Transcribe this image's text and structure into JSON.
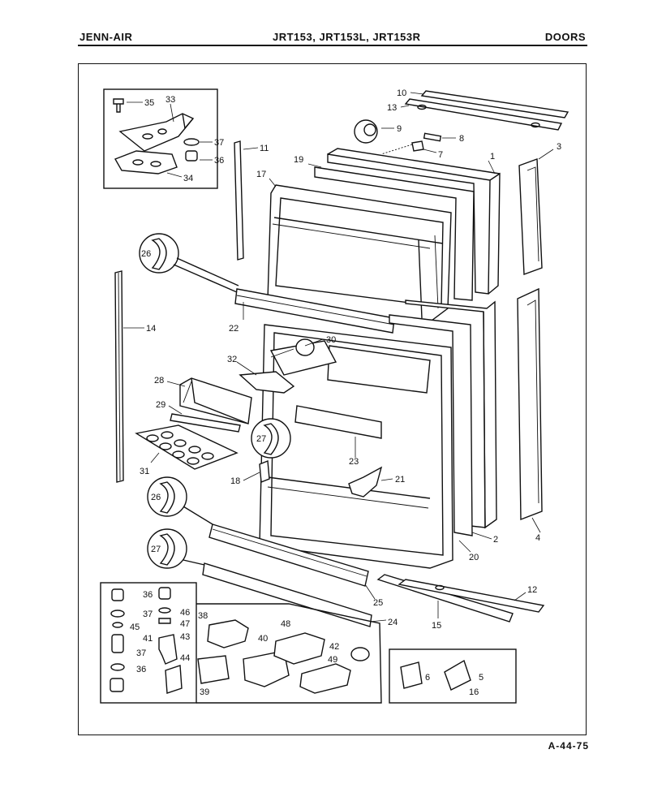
{
  "header": {
    "brand": "JENN-AIR",
    "models": "JRT153, JRT153L, JRT153R",
    "section": "DOORS"
  },
  "footer": {
    "doc_number": "A-44-75"
  },
  "part_labels": {
    "p1": "1",
    "p2": "2",
    "p3": "3",
    "p4": "4",
    "p5": "5",
    "p6": "6",
    "p7": "7",
    "p8": "8",
    "p9": "9",
    "p10": "10",
    "p11": "11",
    "p12": "12",
    "p13": "13",
    "p14": "14",
    "p15": "15",
    "p16": "16",
    "p17": "17",
    "p18": "18",
    "p19": "19",
    "p20": "20",
    "p21": "21",
    "p22": "22",
    "p23": "23",
    "p24": "24",
    "p25": "25",
    "p26a": "26",
    "p26b": "26",
    "p27a": "27",
    "p27b": "27",
    "p28": "28",
    "p29": "29",
    "p30": "30",
    "p31": "31",
    "p32": "32",
    "p33": "33",
    "p34": "34",
    "p35": "35",
    "p36a": "36",
    "p36b": "36",
    "p36c": "36",
    "p37a": "37",
    "p37b": "37",
    "p37c": "37",
    "p38": "38",
    "p39": "39",
    "p40": "40",
    "p41": "41",
    "p42": "42",
    "p43": "43",
    "p44": "44",
    "p45": "45",
    "p46": "46",
    "p47": "47",
    "p48": "48",
    "p49": "49"
  }
}
